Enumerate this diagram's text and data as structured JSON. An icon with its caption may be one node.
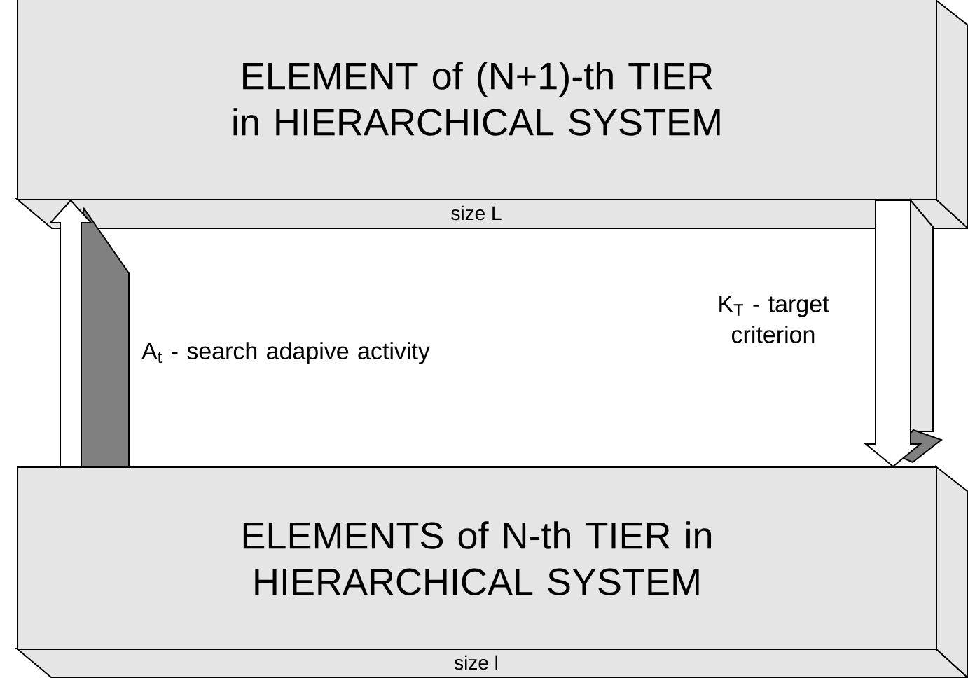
{
  "diagram": {
    "nodes": [
      {
        "text": [
          "ELEMENT of (N+1)-th TIER in HIERARCHICAL SYSTEM",
          "size L"
        ]
      },
      {
        "text": [
          "ELEMENTS of N-th TIER in HIERARCHICAL SYSTEM",
          "size l"
        ]
      }
    ],
    "edges": [
      {
        "from": 1,
        "to": 0,
        "arrow": "to",
        "label": "A$_{t}$ - search adapive activity"
      },
      {
        "from": 0,
        "to": 1,
        "arrow": "to",
        "label": "K$_{T}$ - target criterion"
      }
    ]
  }
}
